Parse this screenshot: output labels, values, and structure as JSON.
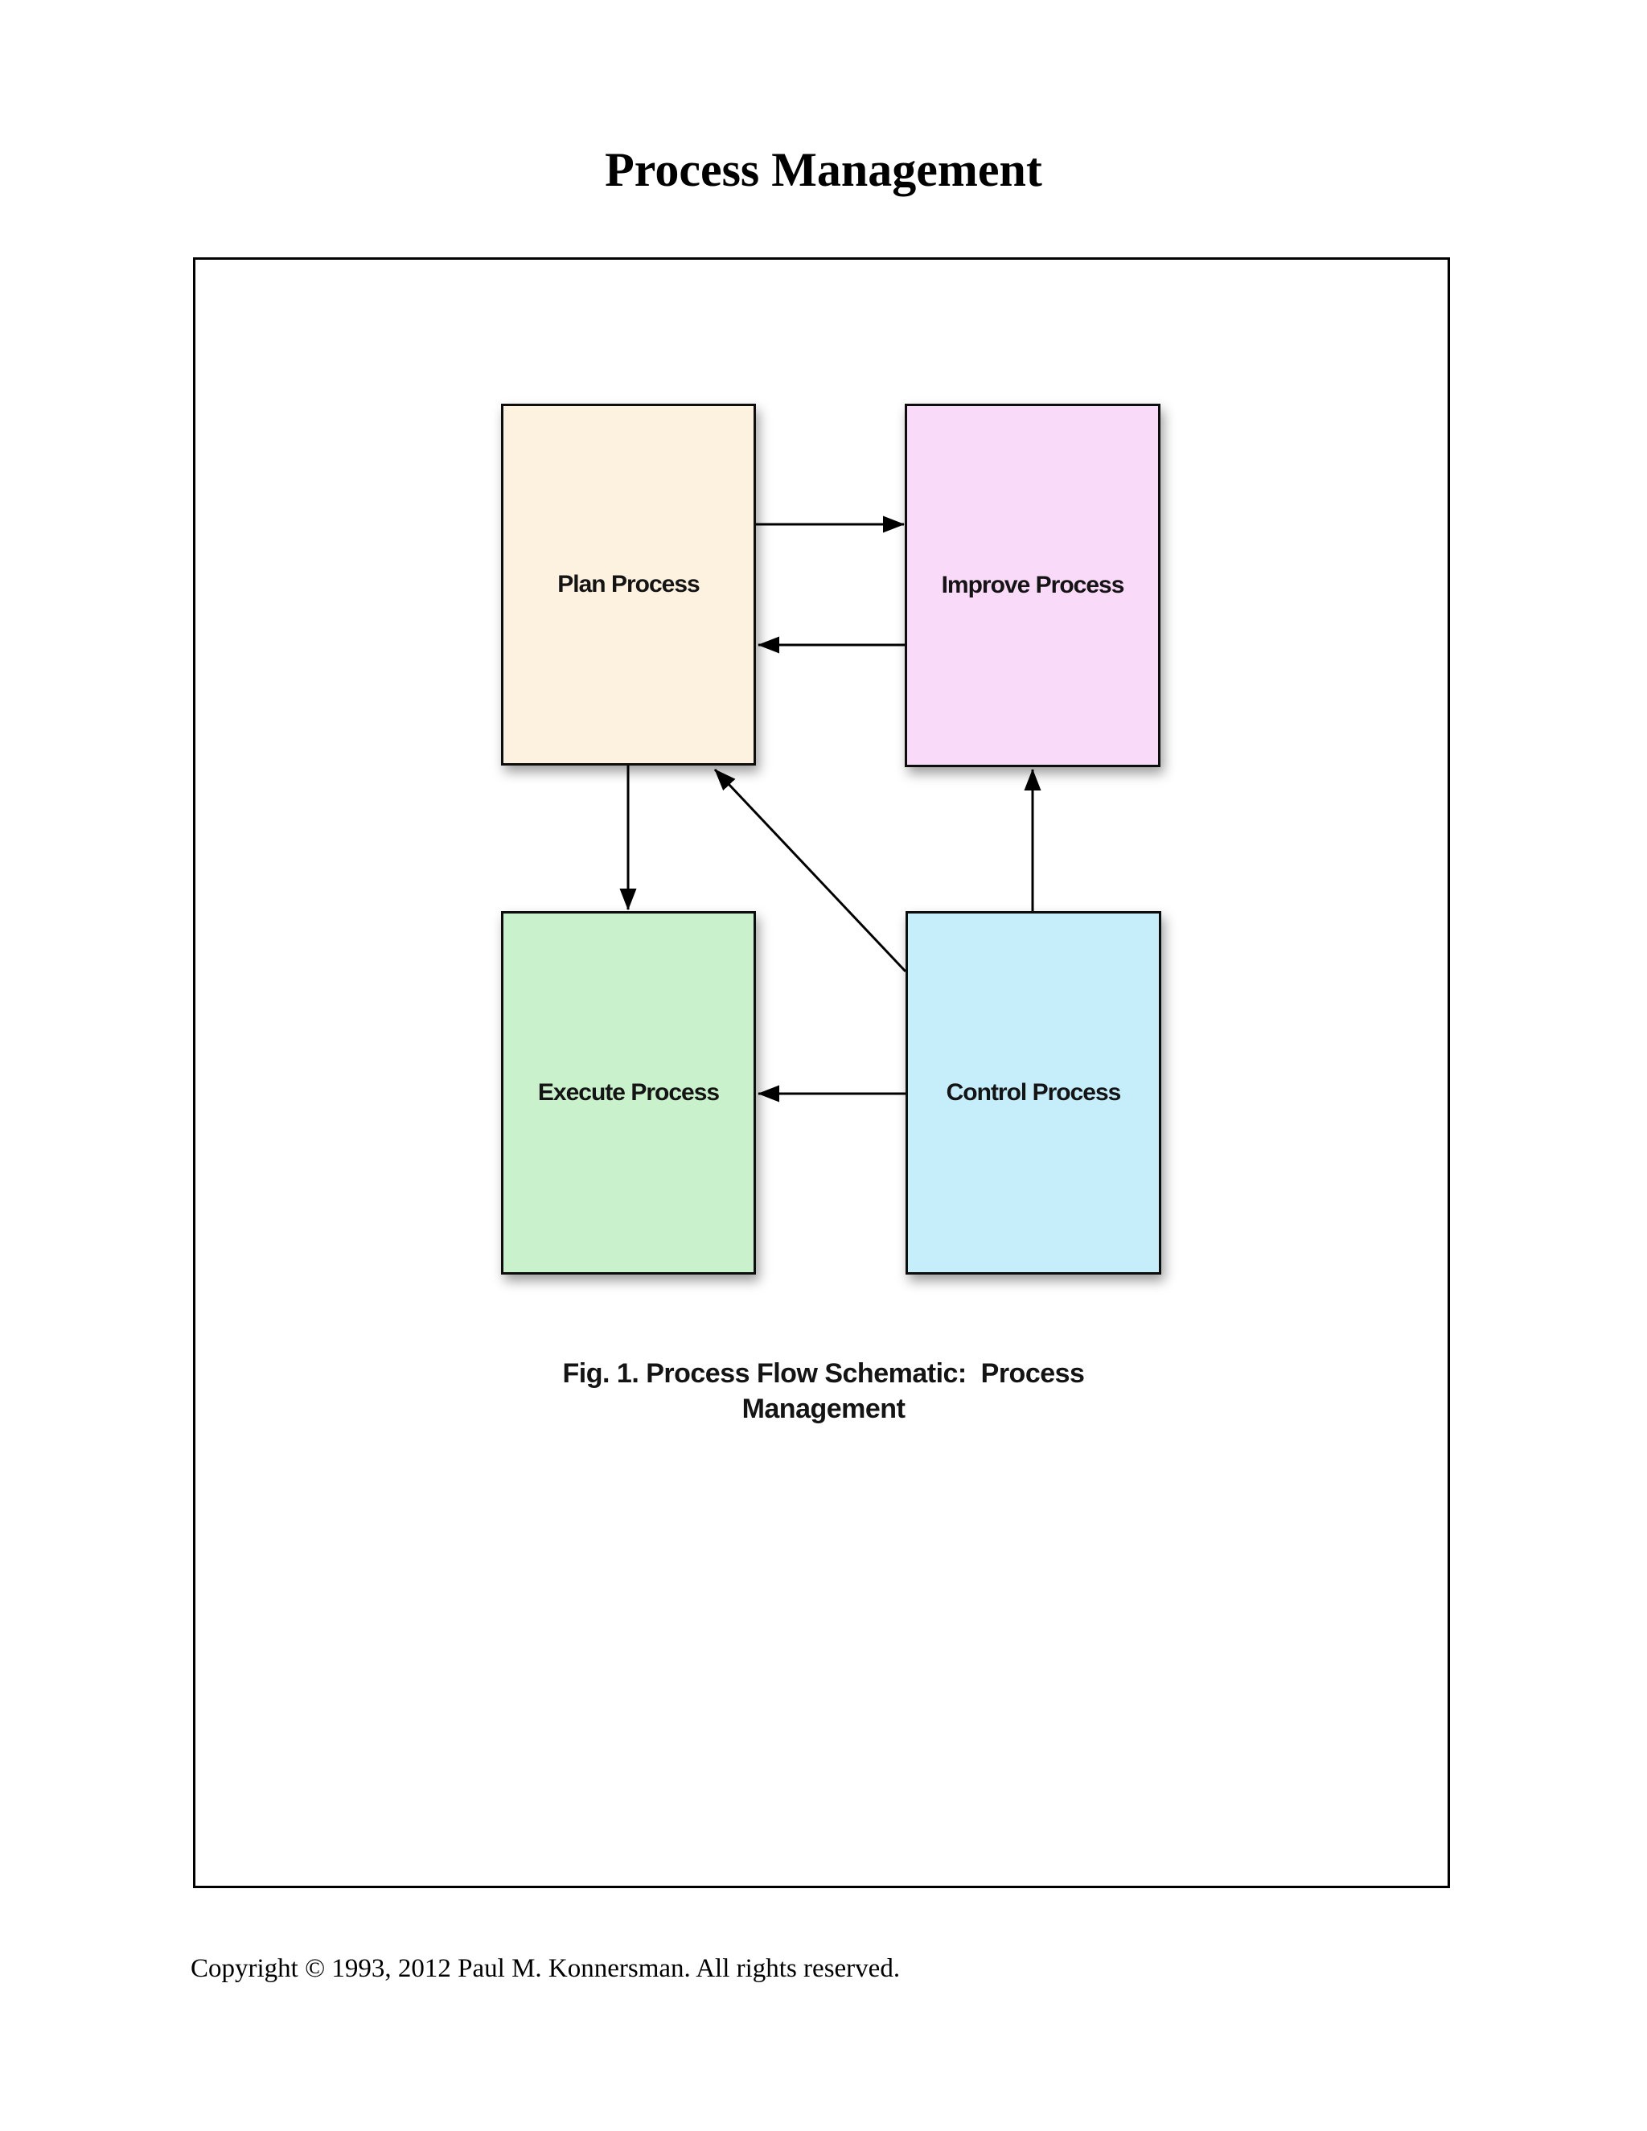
{
  "page": {
    "title": "Process Management"
  },
  "diagram": {
    "nodes": [
      {
        "id": "plan",
        "label": "Plan Process",
        "color": "#FCF2DF"
      },
      {
        "id": "improve",
        "label": "Improve Process",
        "color": "#F9DAF8"
      },
      {
        "id": "execute",
        "label": "Execute Process",
        "color": "#C9F2CC"
      },
      {
        "id": "control",
        "label": "Control Process",
        "color": "#C5EDFA"
      }
    ],
    "edges": [
      {
        "from": "plan",
        "to": "improve"
      },
      {
        "from": "improve",
        "to": "plan"
      },
      {
        "from": "plan",
        "to": "execute"
      },
      {
        "from": "control",
        "to": "improve"
      },
      {
        "from": "control",
        "to": "plan"
      },
      {
        "from": "control",
        "to": "execute"
      }
    ],
    "line_color": "#000000"
  },
  "caption": {
    "lines": [
      "Fig. 1. Process Flow Schematic:  Process",
      "Management"
    ]
  },
  "footer": {
    "copyright": "Copyright © 1993, 2012 Paul M. Konnersman. All rights reserved."
  }
}
